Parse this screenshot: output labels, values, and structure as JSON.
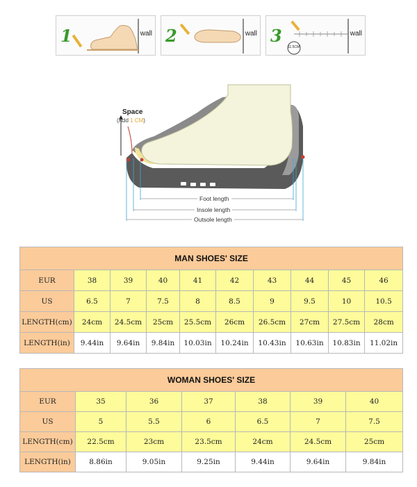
{
  "steps": [
    {
      "number": "1",
      "wall": "wall"
    },
    {
      "number": "2",
      "wall": "wall"
    },
    {
      "number": "3",
      "wall": "wall",
      "measure": "11.5CM"
    }
  ],
  "diagram": {
    "space_title": "Space",
    "space_sub_pre": "(Add ",
    "space_sub_hl": "1 CM",
    "space_sub_post": ")",
    "foot_length": "Foot length",
    "insole_length": "Insole length",
    "outsole_length": "Outsole length"
  },
  "man": {
    "title": "MAN SHOES' SIZE",
    "rows": [
      {
        "label": "EUR",
        "values": [
          "38",
          "39",
          "40",
          "41",
          "42",
          "43",
          "44",
          "45",
          "46"
        ]
      },
      {
        "label": "US",
        "values": [
          "6.5",
          "7",
          "7.5",
          "8",
          "8.5",
          "9",
          "9.5",
          "10",
          "10.5"
        ]
      },
      {
        "label": "LENGTH(cm)",
        "values": [
          "24cm",
          "24.5cm",
          "25cm",
          "25.5cm",
          "26cm",
          "26.5cm",
          "27cm",
          "27.5cm",
          "28cm"
        ]
      },
      {
        "label": "LENGTH(in)",
        "values": [
          "9.44in",
          "9.64in",
          "9.84in",
          "10.03in",
          "10.24in",
          "10.43in",
          "10.63in",
          "10.83in",
          "11.02in"
        ]
      }
    ]
  },
  "woman": {
    "title": "WOMAN SHOES' SIZE",
    "rows": [
      {
        "label": "EUR",
        "values": [
          "35",
          "36",
          "37",
          "38",
          "39",
          "40"
        ]
      },
      {
        "label": "US",
        "values": [
          "5",
          "5.5",
          "6",
          "6.5",
          "7",
          "7.5"
        ]
      },
      {
        "label": "LENGTH(cm)",
        "values": [
          "22.5cm",
          "23cm",
          "23.5cm",
          "24cm",
          "24.5cm",
          "25cm"
        ]
      },
      {
        "label": "LENGTH(in)",
        "values": [
          "8.86in",
          "9.05in",
          "9.25in",
          "9.44in",
          "9.64in",
          "9.84in"
        ]
      }
    ]
  }
}
